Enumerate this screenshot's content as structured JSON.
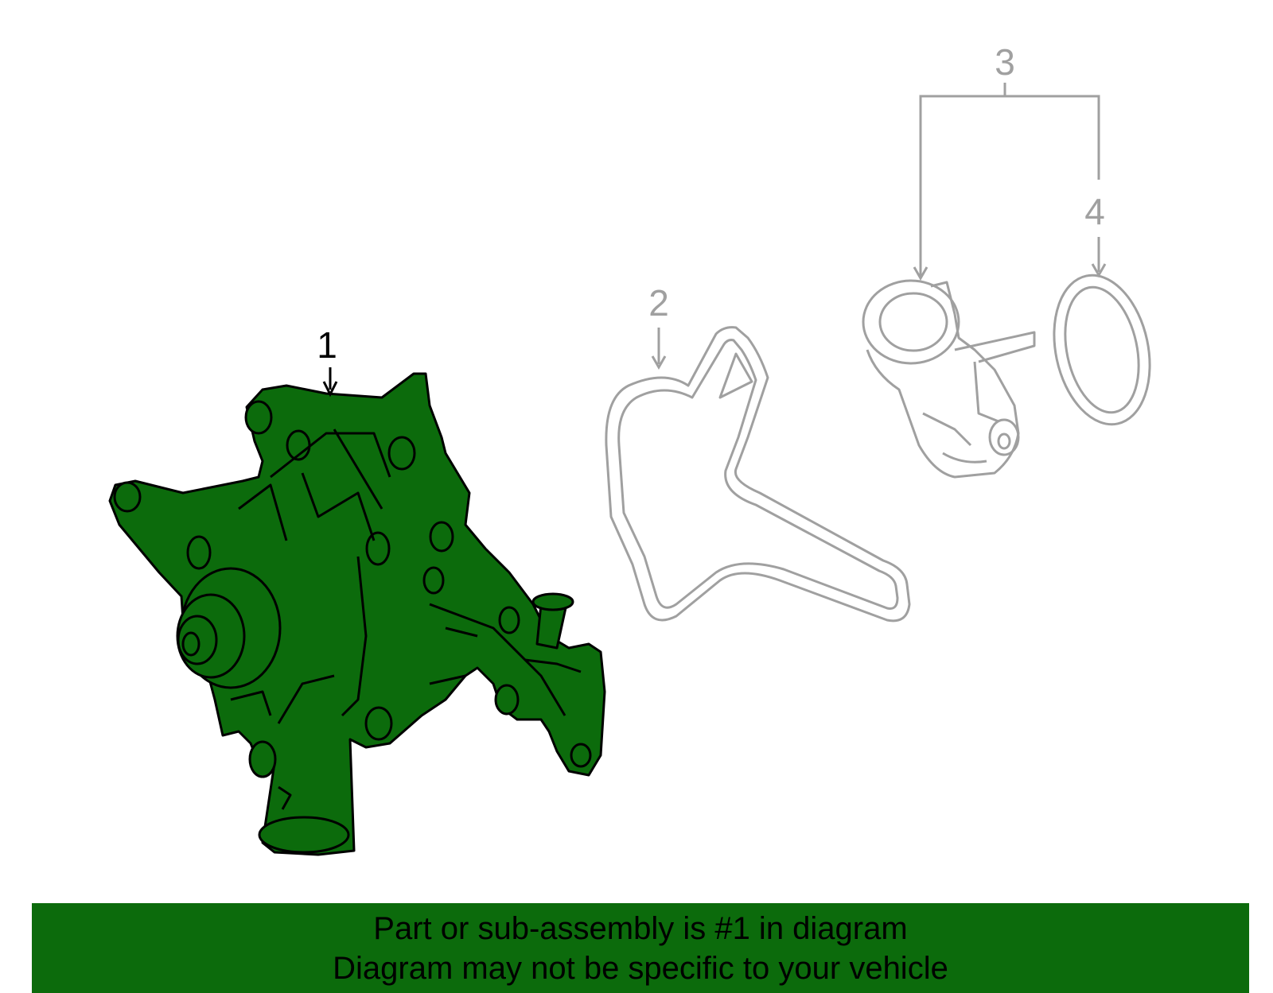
{
  "callouts": {
    "c1": "1",
    "c2": "2",
    "c3": "3",
    "c4": "4"
  },
  "banner": {
    "line1": "Part or sub-assembly is #1 in diagram",
    "line2": "Diagram may not be specific to your vehicle"
  },
  "colors": {
    "highlight_fill": "#0c6b0c",
    "other_parts_stroke": "#a0a0a0",
    "outline": "#000000"
  }
}
